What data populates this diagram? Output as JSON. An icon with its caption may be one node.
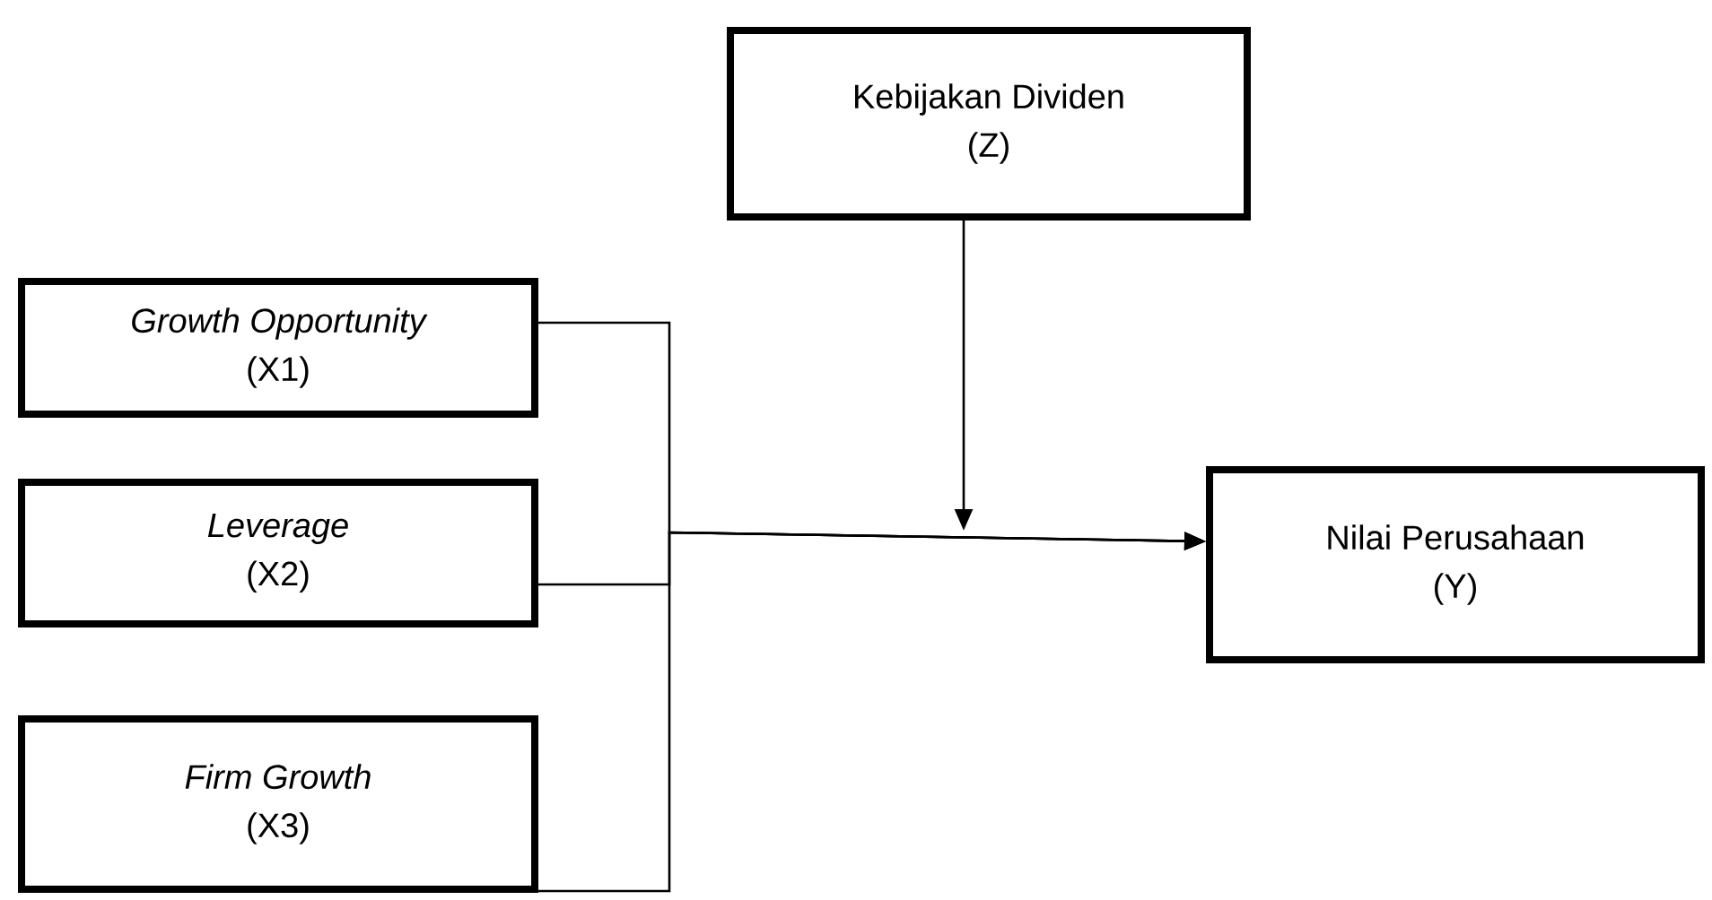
{
  "diagram": {
    "nodes": [
      {
        "text": [
          "Kebijakan Dividen",
          "(Z)"
        ]
      },
      {
        "text": [
          "Growth Opportunity",
          "(X1)"
        ]
      },
      {
        "text": [
          "Leverage",
          "(X2)"
        ]
      },
      {
        "text": [
          "Firm Growth",
          "(X3)"
        ]
      },
      {
        "text": [
          "Nilai Perusahaan",
          "(Y)"
        ]
      }
    ],
    "edges": [
      {
        "from": 1,
        "to": 4,
        "arrow": "to"
      },
      {
        "from": 2,
        "to": 4,
        "arrow": "to"
      },
      {
        "from": 3,
        "to": 4,
        "arrow": "to"
      },
      {
        "from": 0,
        "to": null,
        "arrow": "to"
      }
    ]
  }
}
